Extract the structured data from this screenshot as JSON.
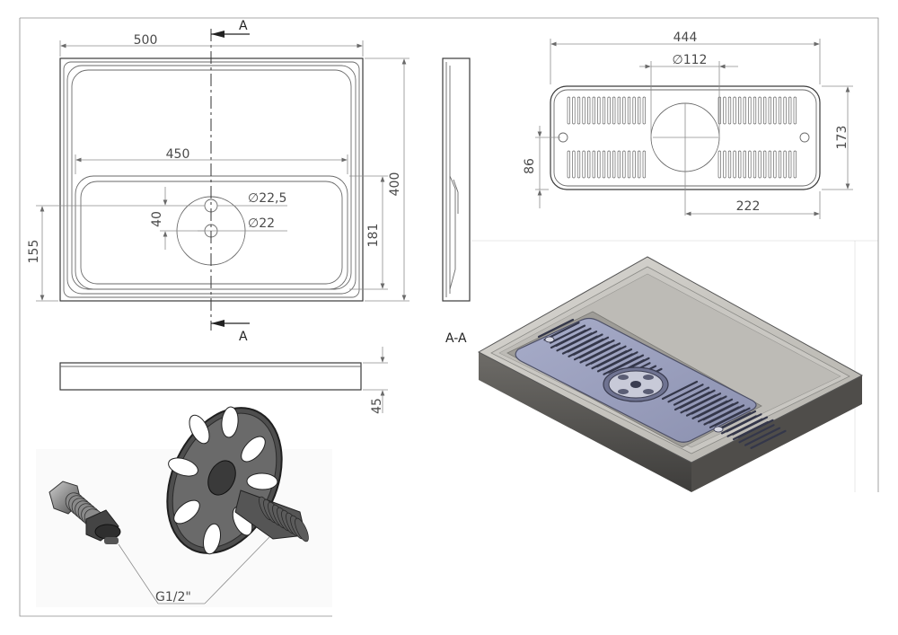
{
  "drawing": {
    "top_view": {
      "dim_width_total": "500",
      "dim_width_inner": "450",
      "dim_height_total": "400",
      "dim_height_inner": "181",
      "dim_offset": "155",
      "dim_hole_spacing": "40",
      "dim_dia_large": "∅22,5",
      "dim_dia_small": "∅22"
    },
    "section_label_top": "A",
    "section_label_bottom": "A",
    "front_view": {
      "dim_height": "45"
    },
    "grate_view": {
      "dim_length": "444",
      "dim_diameter": "∅112",
      "dim_height": "173",
      "dim_half": "86",
      "dim_center": "222"
    },
    "section_view_label": "A-A",
    "fitting_callout": "G1/2\""
  }
}
